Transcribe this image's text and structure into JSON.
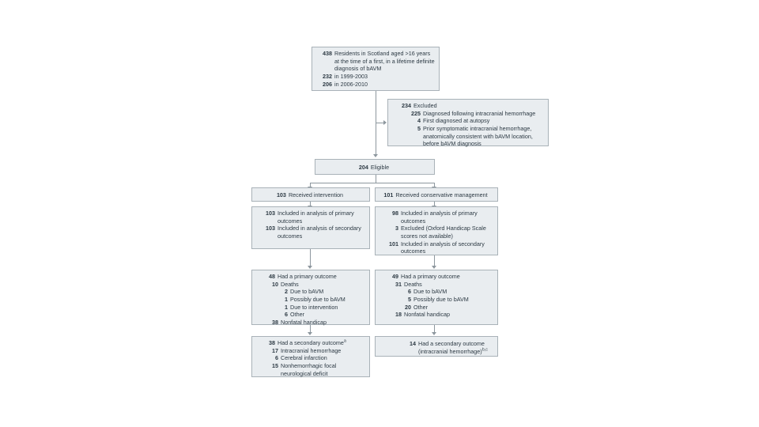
{
  "diagram": {
    "type": "flow-diagram",
    "title": "bAVM cohort study flow diagram",
    "colors": {
      "box_fill": "#e9edf0",
      "box_border": "#a9b2b8",
      "text": "#2d3a44",
      "connector": "#8d979e",
      "background": "#ffffff"
    },
    "nodes": {
      "enrolled": {
        "lines": [
          {
            "num": "438",
            "label": "Residents in Scotland aged >16 years at the time of a first, in a lifetime definite diagnosis of bAVM",
            "indent": 0
          },
          {
            "num": "232",
            "label": "in 1999-2003",
            "indent": 0
          },
          {
            "num": "206",
            "label": "in 2006-2010",
            "indent": 0
          }
        ]
      },
      "excluded": {
        "lines": [
          {
            "num": "234",
            "label": "Excluded",
            "indent": 0
          },
          {
            "num": "225",
            "label": "Diagnosed following intracranial hemorrhage",
            "indent": 1
          },
          {
            "num": "4",
            "label": "First diagnosed at autopsy",
            "indent": 1
          },
          {
            "num": "5",
            "label": "Prior symptomatic intracranial hemorrhage, anatomically consistent with bAVM location, before bAVM diagnosis",
            "indent": 1
          }
        ]
      },
      "eligible": {
        "num": "204",
        "label": "Eligible"
      },
      "intervention": {
        "num": "103",
        "label": "Received intervention"
      },
      "conservative": {
        "num": "101",
        "label": "Received conservative management"
      },
      "intervention_analysis": {
        "lines": [
          {
            "num": "103",
            "label": "Included in analysis of primary outcomes",
            "indent": 0
          },
          {
            "num": "103",
            "label": "Included in analysis of secondary outcomes",
            "indent": 0
          }
        ]
      },
      "conservative_analysis": {
        "lines": [
          {
            "num": "98",
            "label": "Included in analysis of primary outcomes",
            "indent": 0
          },
          {
            "num": "3",
            "label": "Excluded (Oxford Handicap Scale scores not available)",
            "indent": 0
          },
          {
            "num": "101",
            "label": "Included in analysis of secondary outcomes",
            "indent": 0
          }
        ]
      },
      "intervention_primary": {
        "lines": [
          {
            "num": "48",
            "label": "Had a primary outcome",
            "indent": 0
          },
          {
            "num": "10",
            "label": "Deaths",
            "indent": 1
          },
          {
            "num": "2",
            "label": "Due to bAVM",
            "indent": 2
          },
          {
            "num": "1",
            "label": "Possibly due to bAVM",
            "indent": 2
          },
          {
            "num": "1",
            "label": "Due to intervention",
            "indent": 2
          },
          {
            "num": "6",
            "label": "Other",
            "indent": 2
          },
          {
            "num": "38",
            "label": "Nonfatal handicap",
            "indent": 1
          }
        ]
      },
      "conservative_primary": {
        "lines": [
          {
            "num": "49",
            "label": "Had a primary outcome",
            "indent": 0
          },
          {
            "num": "31",
            "label": "Deaths",
            "indent": 1
          },
          {
            "num": "6",
            "label": "Due to bAVM",
            "indent": 2
          },
          {
            "num": "5",
            "label": "Possibly due to bAVM",
            "indent": 2
          },
          {
            "num": "20",
            "label": "Other",
            "indent": 2
          },
          {
            "num": "18",
            "label": "Nonfatal handicap",
            "indent": 1
          }
        ]
      },
      "intervention_secondary": {
        "lines": [
          {
            "num": "38",
            "label": "Had a secondary outcome",
            "sup": "a",
            "indent": 0
          },
          {
            "num": "17",
            "label": "Intracranial hemorrhage",
            "indent": 1
          },
          {
            "num": "6",
            "label": "Cerebral infarction",
            "indent": 1
          },
          {
            "num": "15",
            "label": "Nonhemorrhagic focal neurological deficit",
            "indent": 1
          }
        ]
      },
      "conservative_secondary": {
        "lines": [
          {
            "num": "14",
            "label": "Had a secondary outcome (intracranial hemorrhage)",
            "sup": "b,c",
            "indent": 0
          }
        ]
      }
    }
  }
}
